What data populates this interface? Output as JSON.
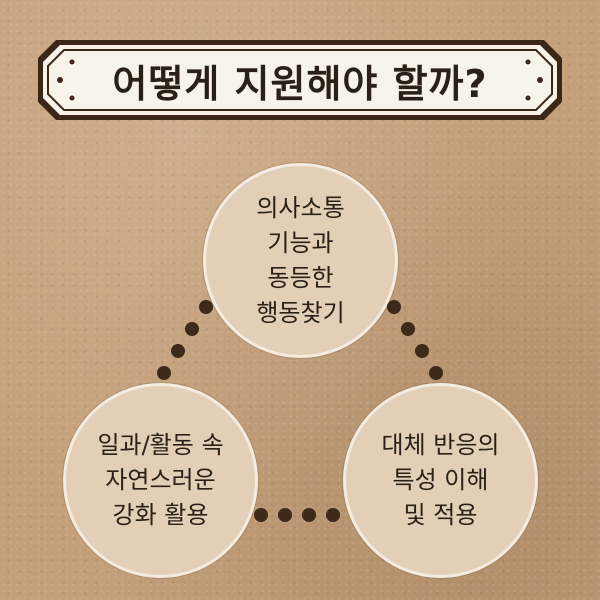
{
  "title": "어떻게 지원해야 할까?",
  "colors": {
    "background": "#c4a07b",
    "circle_fill": "#e3cfb8",
    "circle_border": "#f4ece1",
    "dots": "#3e2a1a",
    "banner_border": "#3a2718",
    "text": "#2b2017"
  },
  "circles": {
    "top": {
      "lines": [
        "의사소통",
        "기능과",
        "동등한",
        "행동찾기"
      ]
    },
    "left": {
      "lines": [
        "일과/활동 속",
        "자연스러운",
        "강화 활용"
      ]
    },
    "right": {
      "lines": [
        "대체 반응의",
        "특성 이해",
        "및 적용"
      ]
    }
  }
}
